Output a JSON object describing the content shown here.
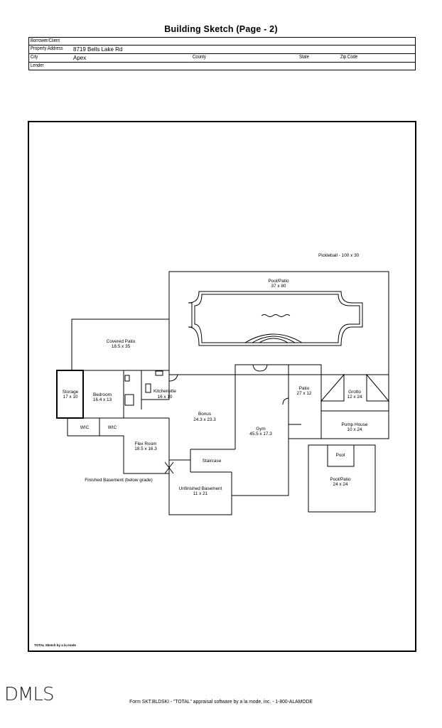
{
  "page": {
    "title": "Building Sketch (Page - 2)"
  },
  "header": {
    "borrower_label": "Borrower/Client",
    "borrower_value": "",
    "address_label": "Property Address",
    "address_value": "8719 Bells Lake Rd",
    "city_label": "City",
    "city_value": "Apex",
    "county_label": "County",
    "state_label": "State",
    "zip_label": "Zip Code",
    "lender_label": "Lender"
  },
  "sketch": {
    "pickleball": "Pickleball - 100 x 30",
    "pool_patio_top_name": "Pool/Patio",
    "pool_patio_top_dims": "37 x 80",
    "covered_patio_name": "Covered Patio",
    "covered_patio_dims": "18.5 x 35",
    "storage_name": "Storage",
    "storage_dims": "17 x 10",
    "bedroom_name": "Bedroom",
    "bedroom_dims": "16.4 x 13",
    "kitchenette_name": "Kitchenette",
    "kitchenette_dims": "16 x 10",
    "bonus_name": "Bonus",
    "bonus_dims": "24.3 x 23.3",
    "wic1": "WIC",
    "wic2": "WIC",
    "flex_name": "Flex Room",
    "flex_dims": "18.5 x 16.3",
    "staircase": "Staircase",
    "gym_name": "Gym",
    "gym_dims": "45.5 x 17.3",
    "patio_name": "Patio",
    "patio_dims": "27 x 12",
    "grotto_name": "Grotto",
    "grotto_dims": "12 x 24",
    "pump_name": "Pump House",
    "pump_dims": "10 x 24",
    "pool_small": "Pool",
    "pool_patio_small_name": "Pool/Patio",
    "pool_patio_small_dims": "24 x 24",
    "finished_basement": "Finished Basement (below grade)",
    "unfinished_name": "Unfinished Basement",
    "unfinished_dims": "11 x 21"
  },
  "credit": "TOTAL Sketch by a la mode",
  "logo": "DMLS",
  "footer": "Form SKT.BLDSKI - \"TOTAL\" appraisal software by a la mode, inc. - 1-800-ALAMODE"
}
